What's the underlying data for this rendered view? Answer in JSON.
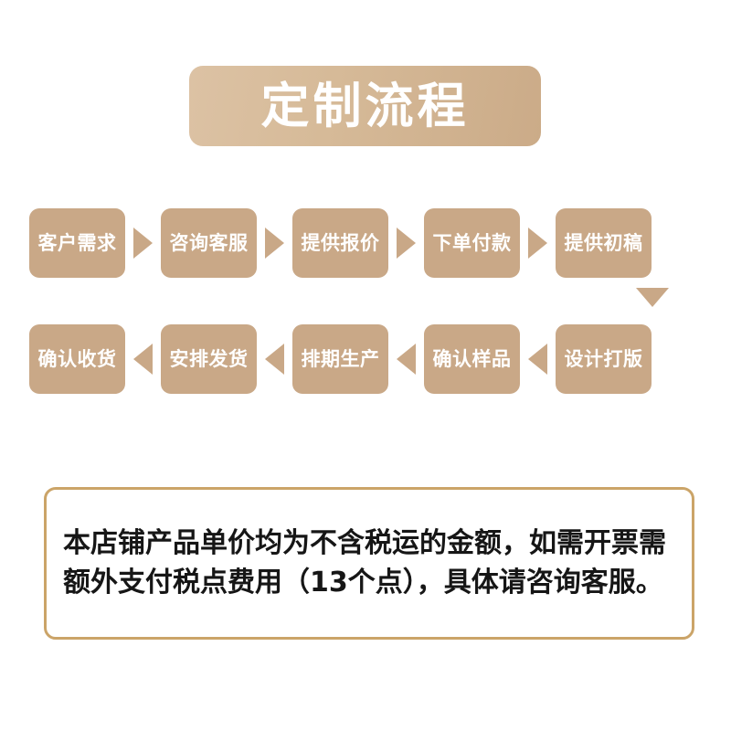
{
  "banner": {
    "title": "定制流程",
    "gradient_from": "#dcc2a4",
    "gradient_to": "#cbab88",
    "text_color": "#ffffff"
  },
  "theme": {
    "box_fill": "#c9a887",
    "arrow_fill": "#c9a887",
    "notice_border": "#cba468",
    "page_background": "#ffffff"
  },
  "flow": {
    "row1": {
      "direction": "left-to-right",
      "connector_icon": "triangle-right-icon",
      "steps": [
        {
          "label": "客户需求"
        },
        {
          "label": "咨询客服"
        },
        {
          "label": "提供报价"
        },
        {
          "label": "下单付款"
        },
        {
          "label": "提供初稿"
        }
      ]
    },
    "connector_down": {
      "icon": "triangle-down-icon",
      "from": "提供初稿",
      "to": "设计打版"
    },
    "row2": {
      "direction": "right-to-left",
      "connector_icon": "triangle-left-icon",
      "steps": [
        {
          "label": "确认收货"
        },
        {
          "label": "安排发货"
        },
        {
          "label": "排期生产"
        },
        {
          "label": "确认样品"
        },
        {
          "label": "设计打版"
        }
      ]
    }
  },
  "notice": {
    "text": "本店铺产品单价均为不含税运的金额，如需开票需额外支付税点费用（13个点），具体请咨询客服。"
  }
}
